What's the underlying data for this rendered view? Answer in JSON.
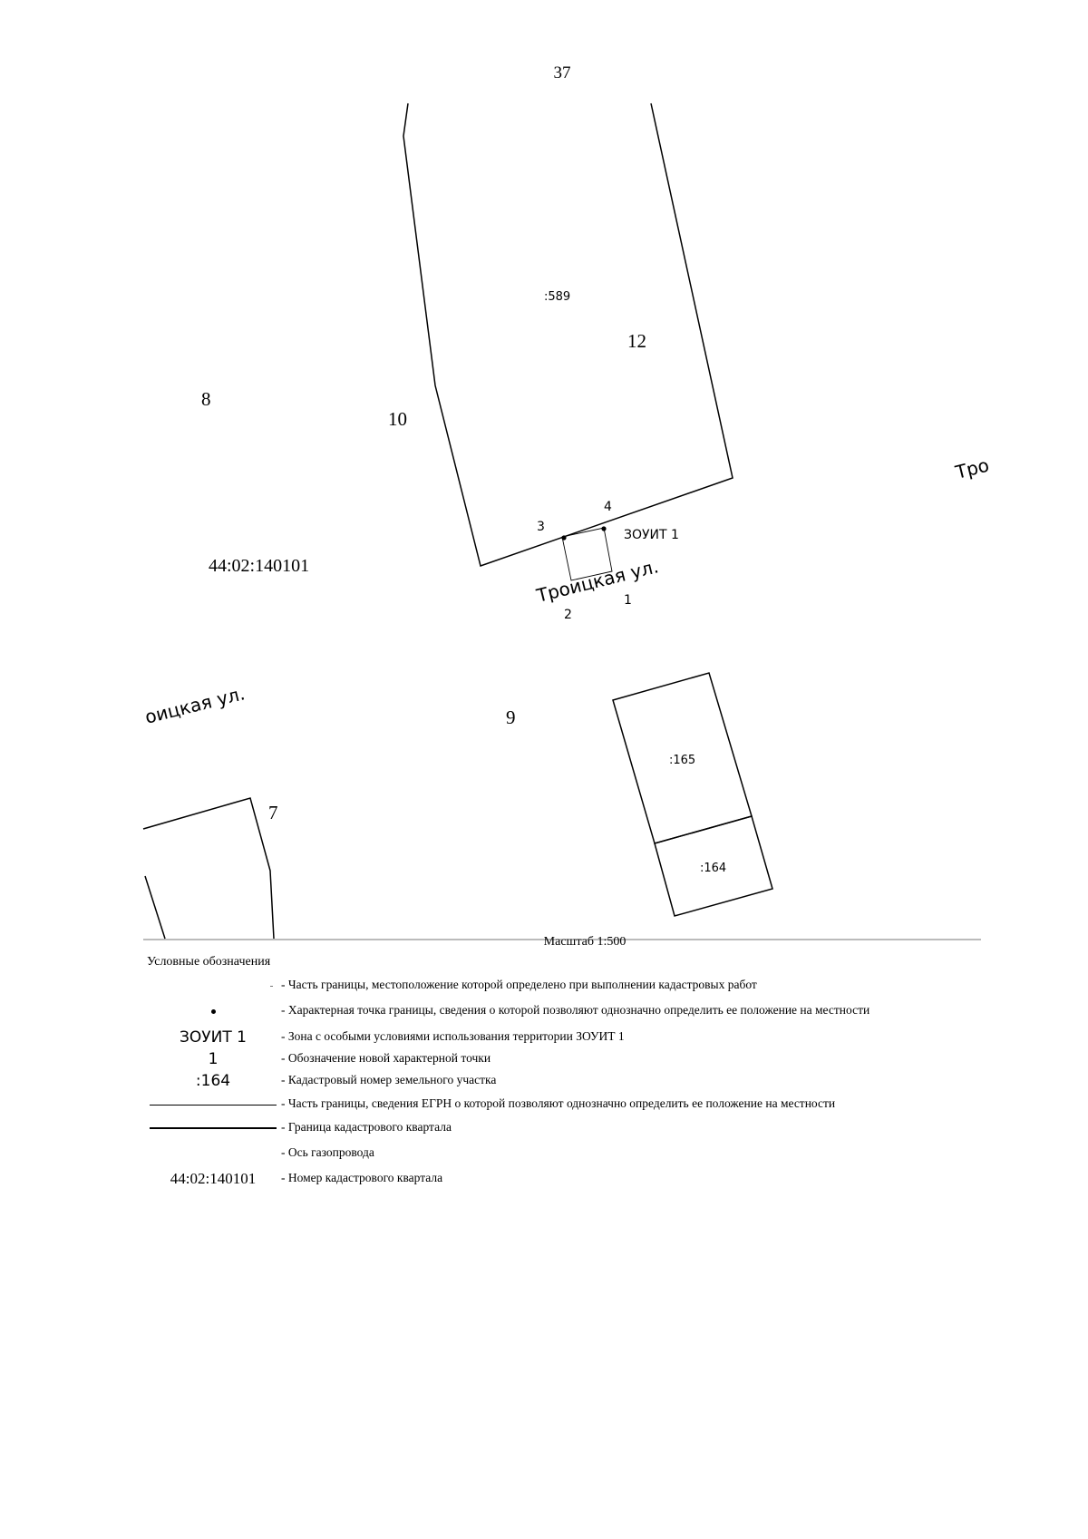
{
  "page": {
    "number": "37"
  },
  "map": {
    "quarter_label": "44:02:140101",
    "street_labels": {
      "top": "Троицкая ул.",
      "left": "оицкая ул.",
      "right": "Тро"
    },
    "parcel_numbers": {
      "a": "8",
      "b": "10",
      "c": "12",
      "d": "9",
      "e": "7"
    },
    "cadastral_labels": {
      "upper": ":589",
      "middle": ":165",
      "lower": ":164"
    },
    "zone_label": "ЗОУИТ 1",
    "points": [
      "1",
      "2",
      "3",
      "4"
    ]
  },
  "scale": "Масштаб 1:500",
  "legend": {
    "title": "Условные обозначения",
    "items": [
      {
        "symbol": "",
        "description": "- Часть границы, местоположение которой определено при выполнении кадастровых работ"
      },
      {
        "symbol": "",
        "description": "- Характерная точка границы, сведения о которой позволяют однозначно определить ее положение на местности"
      },
      {
        "symbol": "ЗОУИТ 1",
        "description": "- Зона с особыми условиями использования территории ЗОУИТ 1"
      },
      {
        "symbol": "1",
        "description": "- Обозначение новой характерной точки"
      },
      {
        "symbol": ":164",
        "description": "- Кадастровый номер земельного участка"
      },
      {
        "symbol": "",
        "description": "- Часть границы, сведения ЕГРН о которой позволяют однозначно определить ее положение на местности"
      },
      {
        "symbol": "",
        "description": "- Граница кадастрового квартала"
      },
      {
        "symbol": "",
        "description": "- Ось газопровода"
      },
      {
        "symbol": "44:02:140101",
        "description": "- Номер кадастрового квартала"
      }
    ]
  }
}
